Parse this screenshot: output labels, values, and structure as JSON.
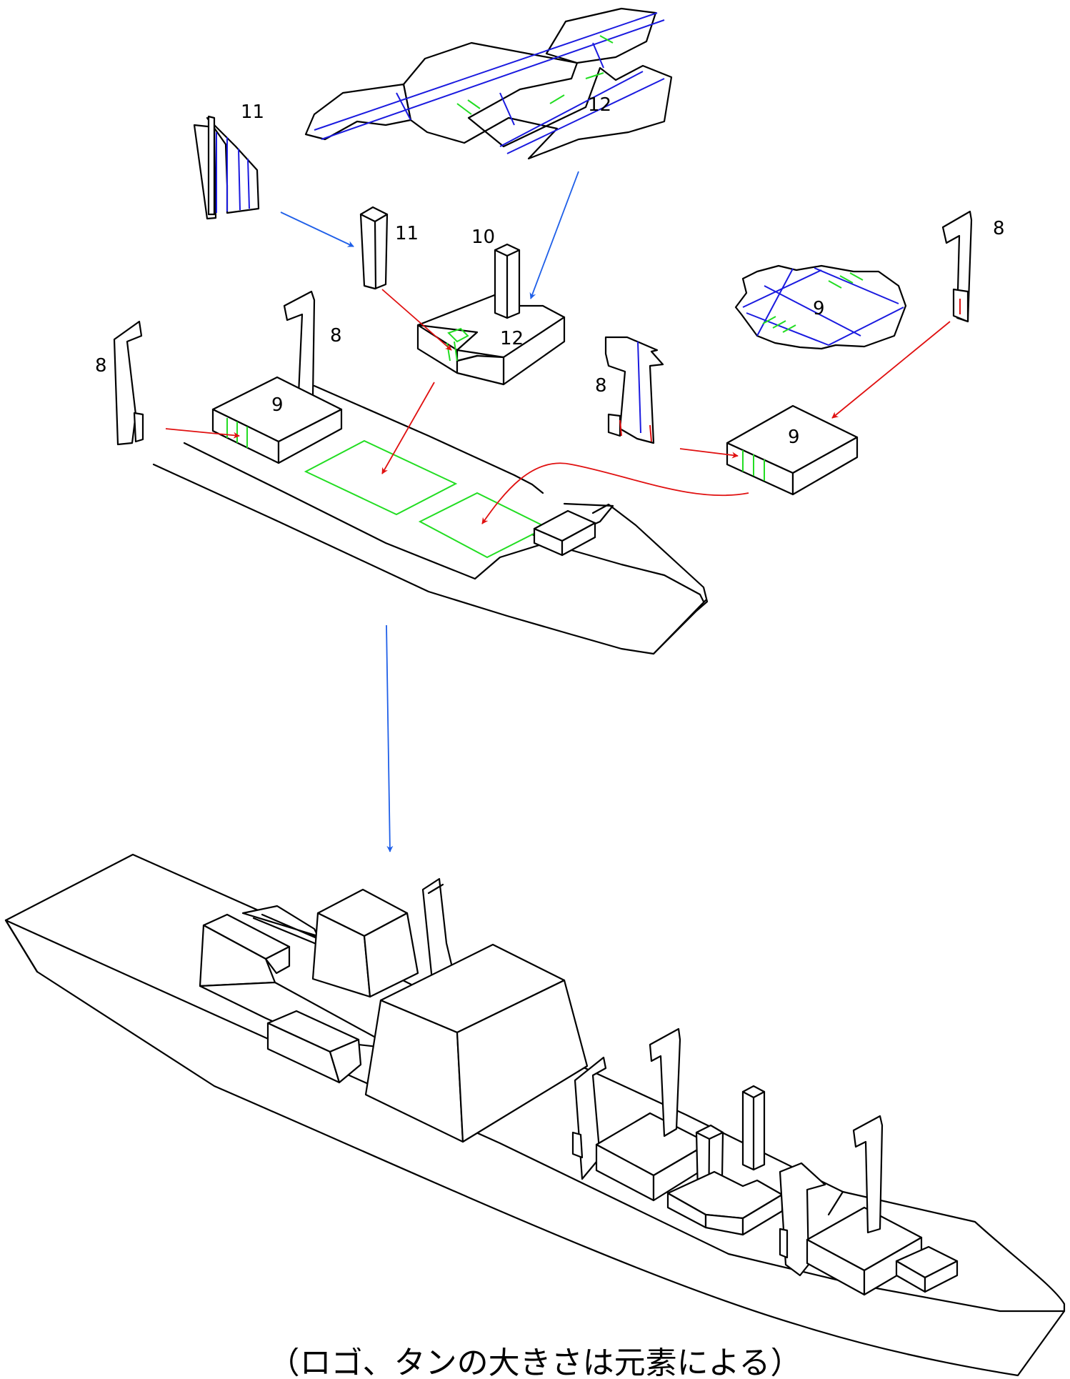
{
  "labels": {
    "part_11_flat": "11",
    "part_11_built": "11",
    "part_12_flat": "12",
    "part_12_built": "12",
    "part_10": "10",
    "part_9_flat": "9",
    "part_9_left": "9",
    "part_9_right": "9",
    "part_8_far_left": "8",
    "part_8_left": "8",
    "part_8_mid": "8",
    "part_8_right": "8"
  },
  "caption": "（ロゴ、タンの大きさは元素による）",
  "colors": {
    "fold_line": "#1a1adf",
    "glue_tab": "#22dd22",
    "cut_mark": "#e01010",
    "arrow_attach": "#e01010",
    "arrow_assemble": "#1f5fe8"
  }
}
